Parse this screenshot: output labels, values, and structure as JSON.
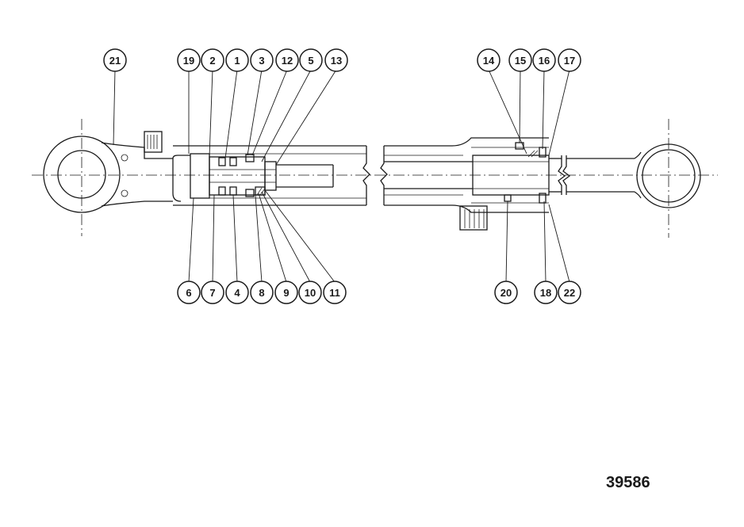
{
  "reference_number": "39586",
  "callouts": [
    {
      "label": "21"
    },
    {
      "label": "19"
    },
    {
      "label": "2"
    },
    {
      "label": "1"
    },
    {
      "label": "3"
    },
    {
      "label": "12"
    },
    {
      "label": "5"
    },
    {
      "label": "13"
    },
    {
      "label": "14"
    },
    {
      "label": "15"
    },
    {
      "label": "16"
    },
    {
      "label": "17"
    },
    {
      "label": "6"
    },
    {
      "label": "7"
    },
    {
      "label": "4"
    },
    {
      "label": "8"
    },
    {
      "label": "9"
    },
    {
      "label": "10"
    },
    {
      "label": "11"
    },
    {
      "label": "20"
    },
    {
      "label": "18"
    },
    {
      "label": "22"
    }
  ]
}
